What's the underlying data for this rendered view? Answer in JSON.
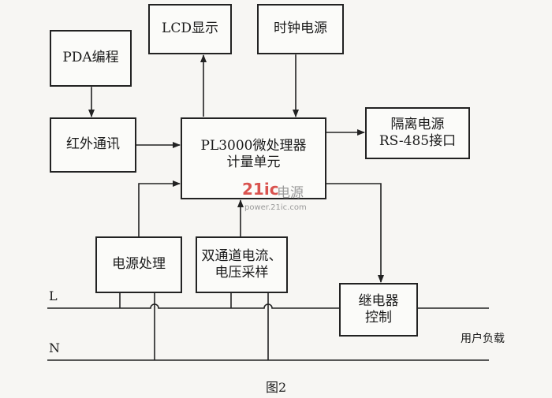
{
  "boxes": {
    "pda": "PDA编程",
    "lcd": "LCD显示",
    "clock": "时钟电源",
    "ir": "红外通讯",
    "cpu": [
      "PL3000微处理器",
      "计量单元"
    ],
    "isolation": [
      "隔离电源",
      "RS-485接口"
    ],
    "power": "电源处理",
    "sampling": [
      "双通道电流、",
      "电压采样"
    ],
    "relay": [
      "继电器",
      "控制"
    ]
  },
  "labels": {
    "line_l": "L",
    "line_n": "N",
    "load": "用户负载",
    "caption": "图2"
  },
  "watermark": {
    "brand_21": "21ic",
    "brand_cn": "电源",
    "url": "power.21ic.com"
  },
  "colors": {
    "line": "#222222",
    "watermark_red": "#d9534f",
    "watermark_gray": "#9a9a9a"
  }
}
